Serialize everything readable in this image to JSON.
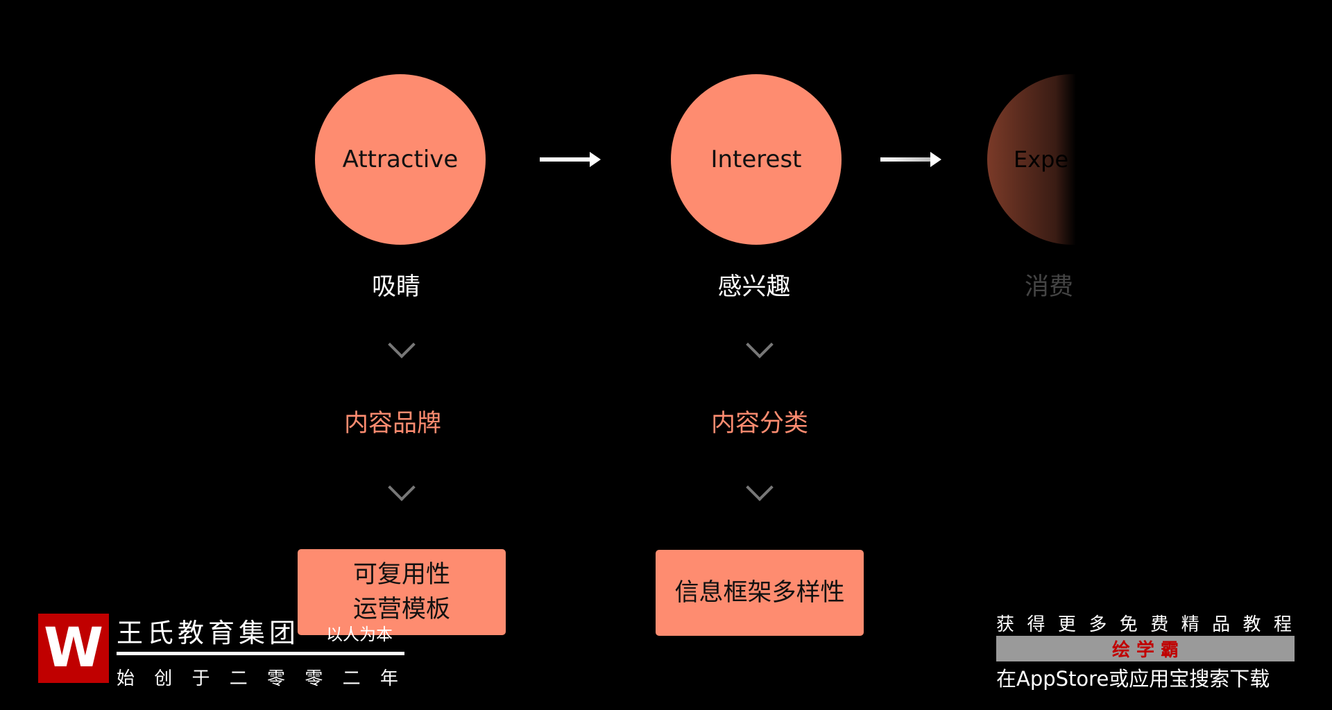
{
  "stages": [
    {
      "title": "Attractive",
      "label": "吸睛",
      "category": "内容品牌",
      "result": [
        "可复用性",
        "运营模板"
      ]
    },
    {
      "title": "Interest",
      "label": "感兴趣",
      "category": "内容分类",
      "result": [
        "信息框架多样性"
      ]
    },
    {
      "title": "Expe",
      "label": "消费"
    }
  ],
  "watermark_left": {
    "name": "王氏教育集团",
    "slogan": "以人为本",
    "founded": "始 创 于 二 零 零 二 年",
    "logo_letter": "W"
  },
  "watermark_right": {
    "line1": "获 得 更 多 免 费 精 品 教 程",
    "brand": "绘 学 霸",
    "line3": "在AppStore或应用宝搜索下载"
  },
  "colors": {
    "accent": "#fe8c70",
    "logo_red": "#c00000"
  }
}
